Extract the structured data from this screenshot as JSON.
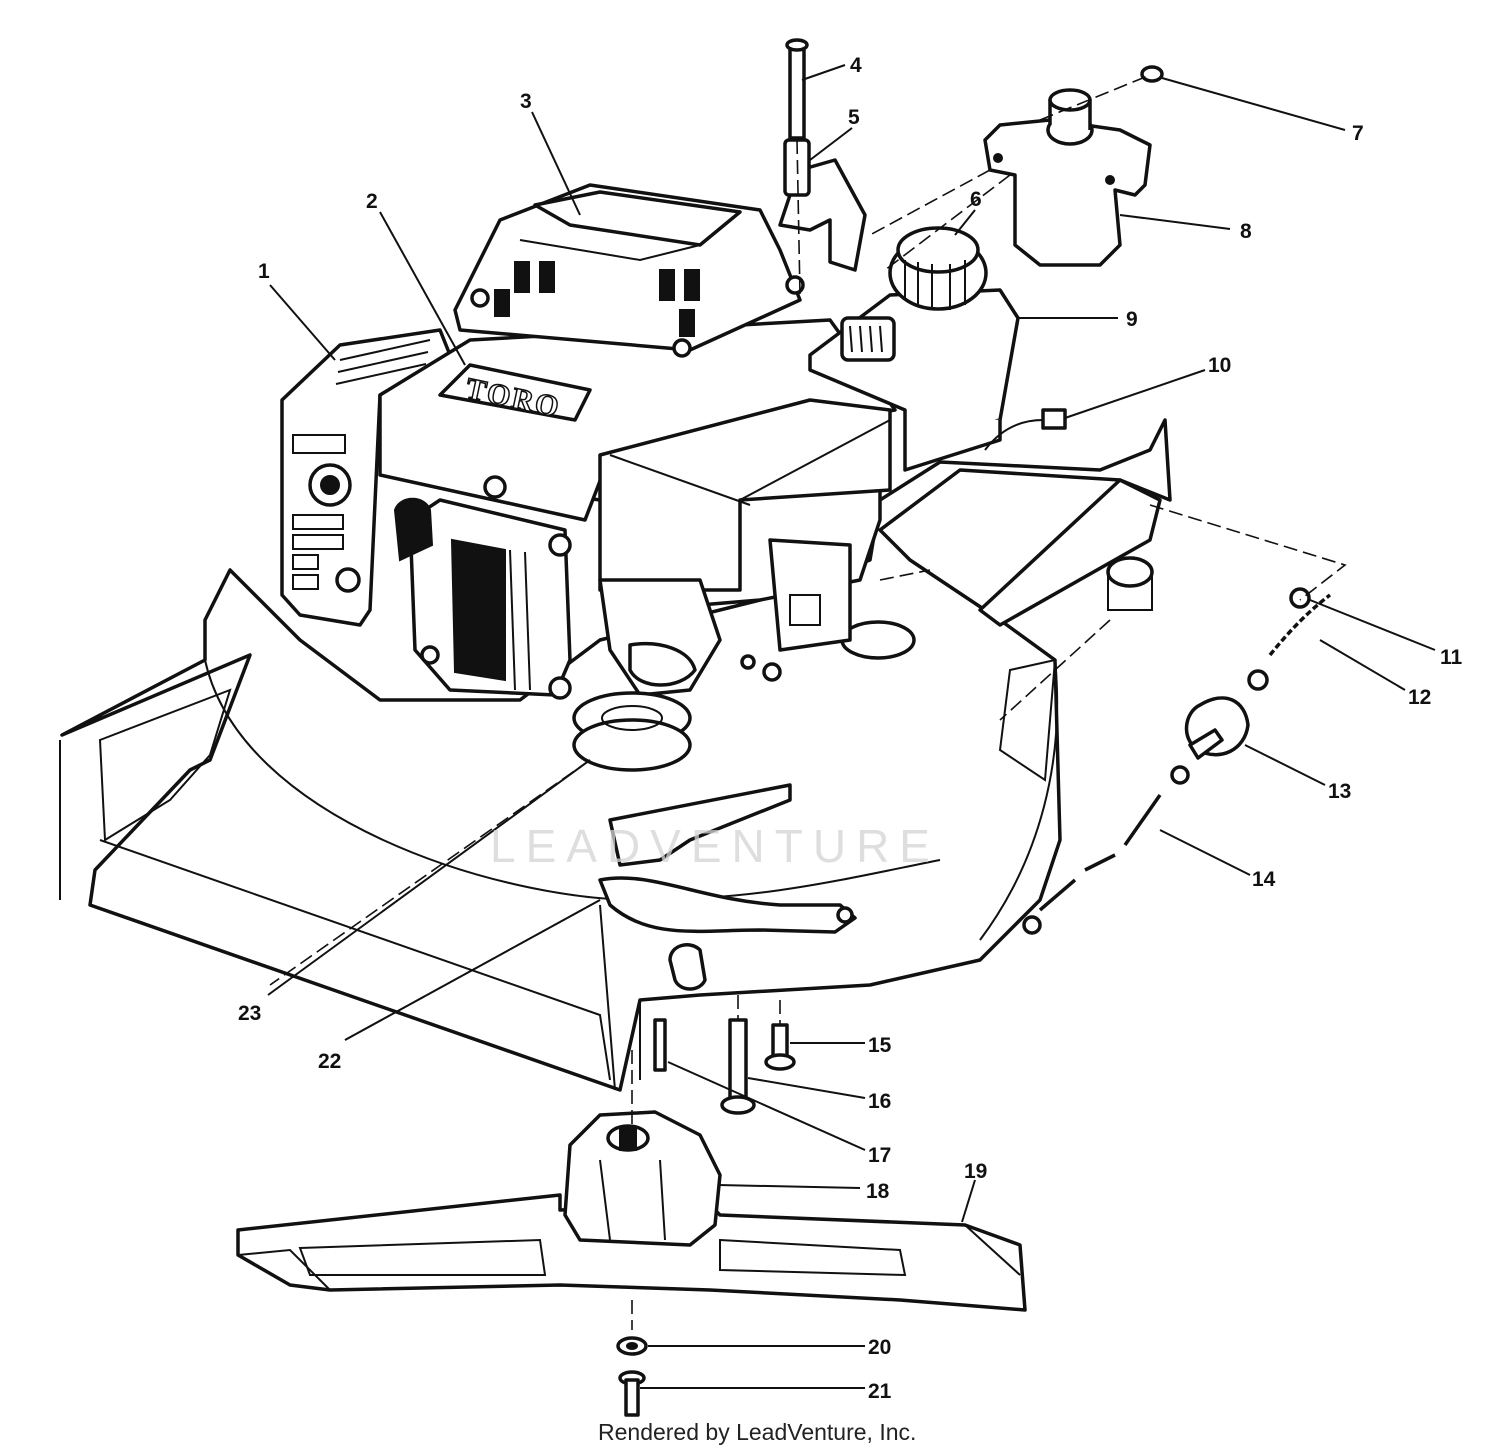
{
  "brand_text": "TORO",
  "watermark": "LEADVENTURE",
  "credit": "Rendered by LeadVenture, Inc.",
  "callouts": [
    "1",
    "2",
    "3",
    "4",
    "5",
    "6",
    "7",
    "8",
    "9",
    "10",
    "11",
    "12",
    "13",
    "14",
    "15",
    "16",
    "17",
    "18",
    "19",
    "20",
    "21",
    "22",
    "23"
  ],
  "colors": {
    "ink": "#111111",
    "paper": "#ffffff",
    "watermark": "#d4d4d4"
  }
}
